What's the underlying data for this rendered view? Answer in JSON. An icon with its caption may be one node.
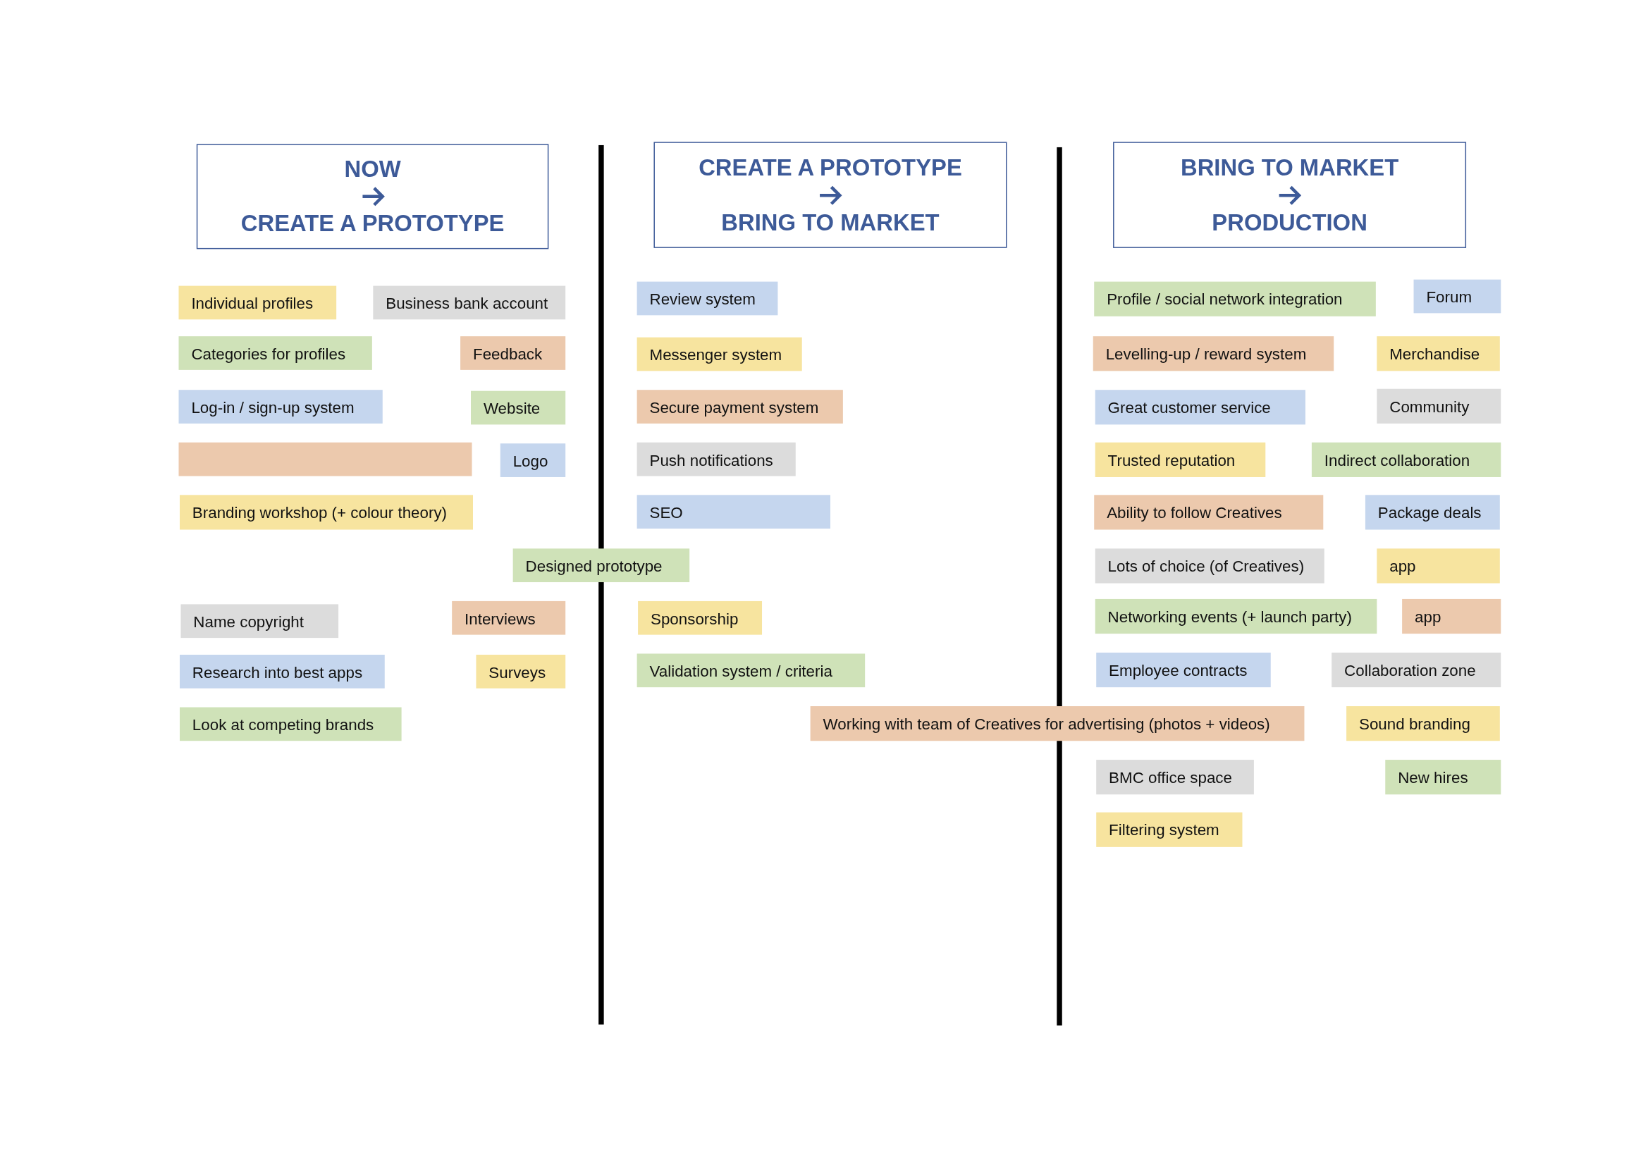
{
  "diagram": {
    "nodes": [
      {
        "text": [
          "NOW",
          "CREATE A PROTOTYPE"
        ]
      },
      {
        "text": [
          "CREATE A PROTOTYPE",
          "BRING TO MARKET"
        ]
      },
      {
        "text": [
          "BRING TO MARKET",
          "PRODUCTION"
        ]
      },
      {
        "text": [
          "Individual profiles"
        ]
      },
      {
        "text": [
          "Business bank account"
        ]
      },
      {
        "text": [
          "Categories for profiles"
        ]
      },
      {
        "text": [
          "Feedback"
        ]
      },
      {
        "text": [
          "Log-in / sign-up system"
        ]
      },
      {
        "text": [
          "Website"
        ]
      },
      {
        "text": [],
        "shape": "box"
      },
      {
        "text": [
          "Logo"
        ]
      },
      {
        "text": [
          "Branding workshop (+ colour theory)"
        ]
      },
      {
        "text": [
          "Designed prototype"
        ]
      },
      {
        "text": [
          "Name copyright"
        ]
      },
      {
        "text": [
          "Interviews"
        ]
      },
      {
        "text": [
          "Research into best apps"
        ]
      },
      {
        "text": [
          "Surveys"
        ]
      },
      {
        "text": [
          "Look at competing brands"
        ]
      },
      {
        "text": [
          "Review system"
        ]
      },
      {
        "text": [
          "Messenger system"
        ]
      },
      {
        "text": [
          "Secure payment system"
        ]
      },
      {
        "text": [
          "Push notifications"
        ]
      },
      {
        "text": [
          "SEO"
        ]
      },
      {
        "text": [
          "Sponsorship"
        ]
      },
      {
        "text": [
          "Validation system / criteria"
        ]
      },
      {
        "text": [
          "Working with team of Creatives for advertising (photos + videos)"
        ]
      },
      {
        "text": [
          "Profile / social network integration"
        ]
      },
      {
        "text": [
          "Forum"
        ]
      },
      {
        "text": [
          "Levelling-up / reward system"
        ]
      },
      {
        "text": [
          "Merchandise"
        ]
      },
      {
        "text": [
          "Great customer service"
        ]
      },
      {
        "text": [
          "Community"
        ]
      },
      {
        "text": [
          "Trusted reputation"
        ]
      },
      {
        "text": [
          "Indirect collaboration"
        ]
      },
      {
        "text": [
          "Ability to follow Creatives"
        ]
      },
      {
        "text": [
          "Package deals"
        ]
      },
      {
        "text": [
          "Lots of choice (of Creatives)"
        ]
      },
      {
        "text": [
          "app"
        ]
      },
      {
        "text": [
          "Networking events (+ launch party)"
        ]
      },
      {
        "text": [
          "app"
        ]
      },
      {
        "text": [
          "Employee contracts"
        ]
      },
      {
        "text": [
          "Collaboration zone"
        ]
      },
      {
        "text": [
          "Sound branding"
        ]
      },
      {
        "text": [
          "BMC office space"
        ]
      },
      {
        "text": [
          "New hires"
        ]
      },
      {
        "text": [
          "Filtering system"
        ]
      }
    ],
    "edges": []
  }
}
